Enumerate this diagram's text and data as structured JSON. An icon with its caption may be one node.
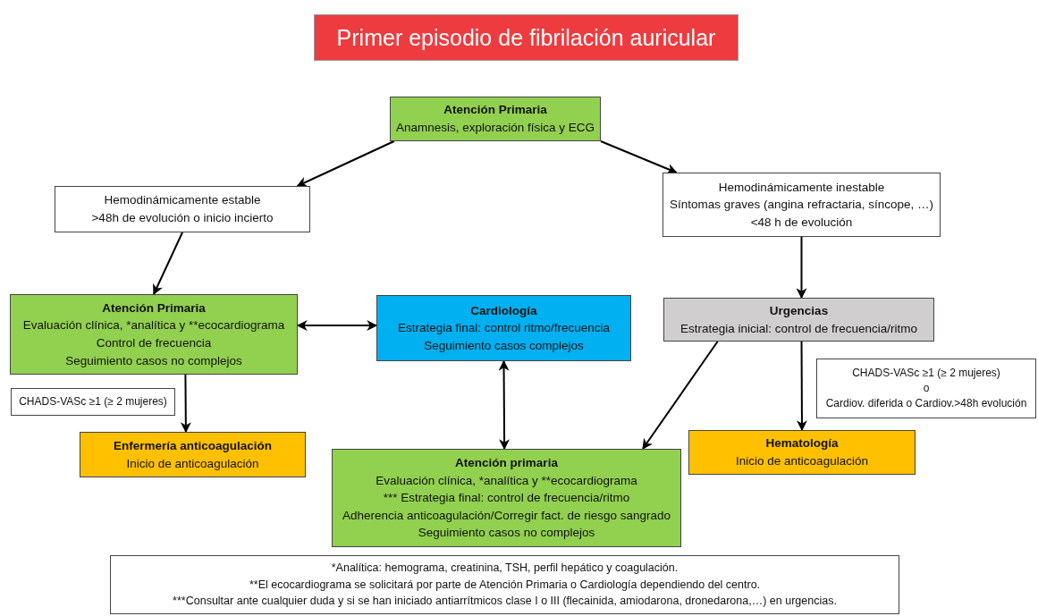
{
  "diagram": {
    "title": "Primer episodio de fibrilación auricular",
    "nodes": [
      {
        "text": [
          "Atención Primaria",
          "Anamnesis, exploración física y ECG"
        ]
      },
      {
        "text": [
          "Hemodinámicamente estable",
          ">48h de evolución o inicio incierto"
        ]
      },
      {
        "text": [
          "Hemodinámicamente inestable",
          "Síntomas graves (angina refractaria, síncope, …)",
          "<48 h de evolución"
        ]
      },
      {
        "text": [
          "Atención Primaria",
          "Evaluación clínica, *analítica y **ecocardiograma",
          "Control de frecuencia",
          "Seguimiento casos no complejos"
        ]
      },
      {
        "text": [
          "Cardiología",
          "Estrategia final: control ritmo/frecuencia",
          "Seguimiento casos complejos"
        ]
      },
      {
        "text": [
          "Urgencias",
          "Estrategia inicial: control de frecuencia/ritmo"
        ]
      },
      {
        "text": [
          "CHADS-VASc ≥1 (≥ 2 mujeres)"
        ]
      },
      {
        "text": [
          "Enfermería anticoagulación",
          "Inicio de anticoagulación"
        ]
      },
      {
        "text": [
          "CHADS-VASc ≥1 (≥ 2 mujeres)",
          "o",
          "Cardiov. diferida o Cardiov.>48h evolución"
        ]
      },
      {
        "text": [
          "Atención primaria",
          "Evaluación clínica, *analítica y **ecocardiograma",
          "*** Estrategia final: control de frecuencia/ritmo",
          "Adherencia anticoagulación/Corregir fact. de riesgo sangrado",
          "Seguimiento casos no complejos"
        ]
      },
      {
        "text": [
          "Hematología",
          "Inicio de anticoagulación"
        ]
      },
      {
        "text": [
          "*Analítica: hemograma, creatinina, TSH, perfil hepático y coagulación.",
          "**El ecocardiograma se solicitará por parte de Atención Primaria o Cardiología dependiendo del centro.",
          "***Consultar ante cualquier duda y si se han iniciado antiarrítmicos clase I o III (flecainida, amiodarona, dronedarona,…) en urgencias."
        ]
      }
    ],
    "edges": [
      {
        "from": 0,
        "to": 1,
        "arrow": "to"
      },
      {
        "from": 0,
        "to": 2,
        "arrow": "to"
      },
      {
        "from": 1,
        "to": 3,
        "arrow": "to"
      },
      {
        "from": 2,
        "to": 5,
        "arrow": "to"
      },
      {
        "from": 3,
        "to": 4,
        "arrow": "both"
      },
      {
        "from": 4,
        "to": 9,
        "arrow": "both"
      },
      {
        "from": 3,
        "to": 7,
        "arrow": "to"
      },
      {
        "from": 5,
        "to": 10,
        "arrow": "to"
      },
      {
        "from": 5,
        "to": 9,
        "arrow": "to"
      }
    ]
  }
}
